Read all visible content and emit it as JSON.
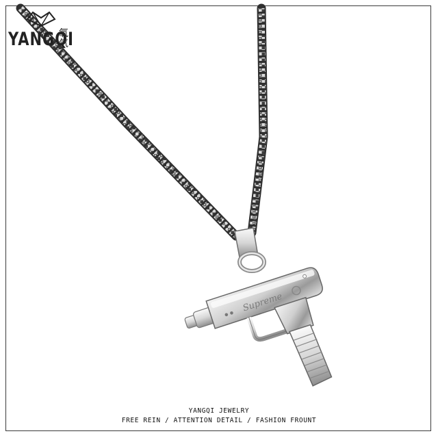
{
  "brand": {
    "logo_text": "YANGQI",
    "logo_cjk": "氧气"
  },
  "pendant": {
    "engraving": "Supreme"
  },
  "caption": {
    "line1": "YANGQI JEWELRY",
    "line2": "FREE REIN / ATTENTION DETAIL / FASHION FROUNT"
  }
}
